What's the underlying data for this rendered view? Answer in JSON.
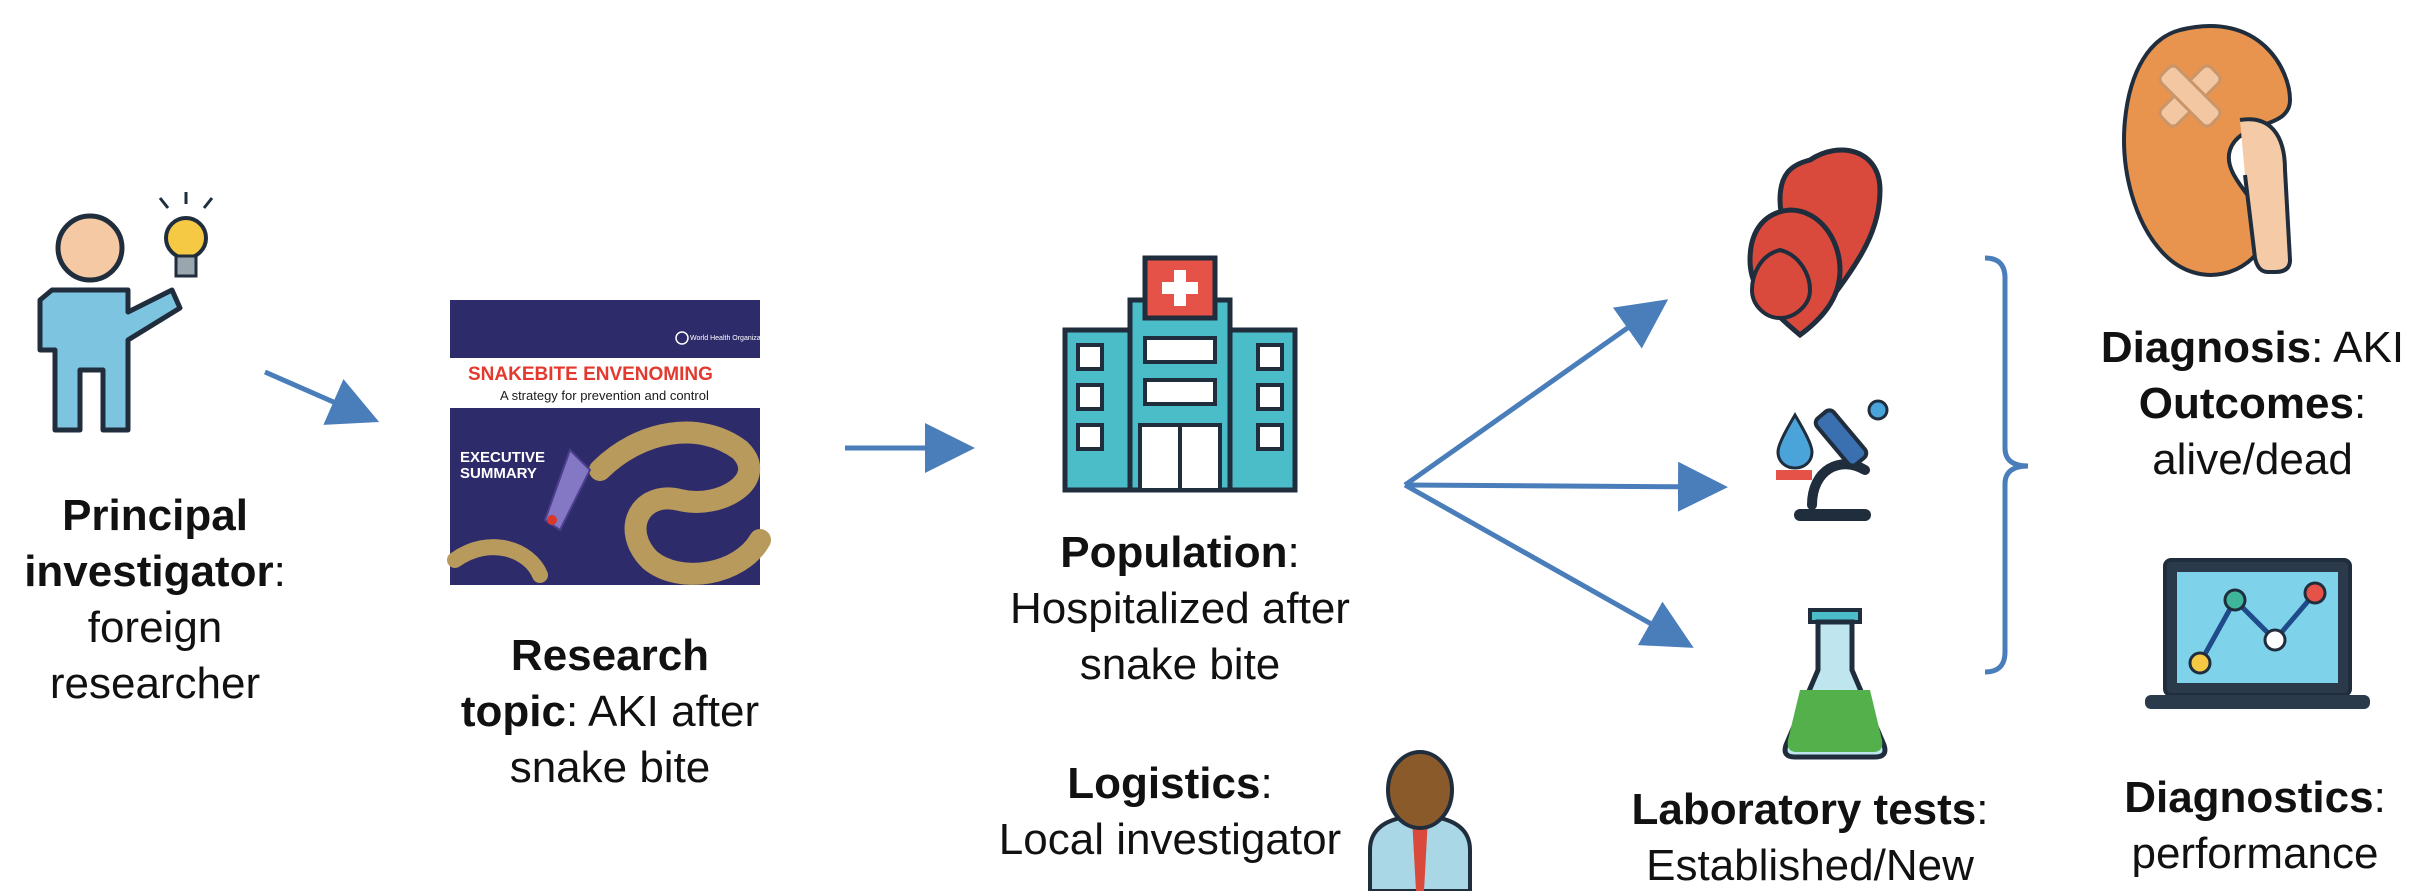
{
  "principal_investigator": {
    "bold": "Principal investigator",
    "rest": ": foreign researcher"
  },
  "research_topic": {
    "bold": "Research topic",
    "rest": ": AKI after snake bite"
  },
  "population": {
    "bold": "Population",
    "rest": ":",
    "line2": "Hospitalized after",
    "line3": "snake bite"
  },
  "logistics": {
    "bold": "Logistics",
    "rest": ":",
    "line2": "Local investigator"
  },
  "laboratory": {
    "bold": "Laboratory tests",
    "rest": ":",
    "line2": "Established/New"
  },
  "diagnosis": {
    "bold": "Diagnosis",
    "rest": ": AKI"
  },
  "outcomes": {
    "bold": "Outcomes",
    "rest": ":",
    "line2": "alive/dead"
  },
  "diagnostics": {
    "bold": "Diagnostics",
    "rest": ":",
    "line2": "performance"
  },
  "report_cover": {
    "org": "World Health Organization",
    "title": "SNAKEBITE ENVENOMING",
    "subtitle": "A strategy for prevention and control",
    "tag_line1": "EXECUTIVE",
    "tag_line2": "SUMMARY"
  },
  "colors": {
    "arrow": "#4a7ebb",
    "hospital": "#4bbdc9",
    "blood": "#d94a3c",
    "kidney": "#e8944f",
    "report_bg": "#2e2b6b"
  }
}
